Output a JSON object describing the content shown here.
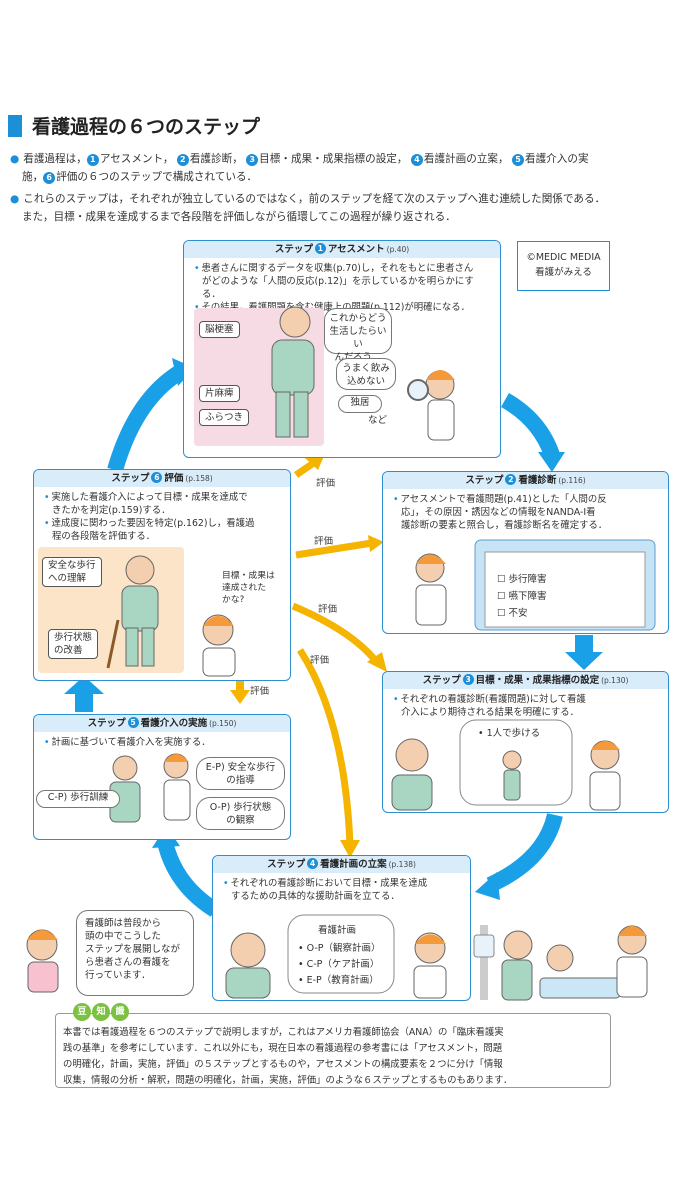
{
  "title": "看護過程の６つのステップ",
  "intro": {
    "line1a": "看護過程は，",
    "s1": "アセスメント，",
    "s2": "看護診断，",
    "s3": "目標・成果・成果指標の設定，",
    "s4": "看護計画の立案，",
    "s5": "看護介入の実",
    "line2a": "施，",
    "s6": "評価の６つのステップで構成されている．",
    "line3": "これらのステップは，それぞれが独立しているのではなく，前のステップを経て次のステップへ進む連続した関係である．",
    "line4": "また，目標・成果を達成するまで各段階を評価しながら循環してこの過程が繰り返される．"
  },
  "copyright": {
    "line1": "©MEDIC MEDIA",
    "line2": "看護がみえる"
  },
  "numbers": [
    "1",
    "2",
    "3",
    "4",
    "5",
    "6"
  ],
  "steps": {
    "s1": {
      "head": "ステップ",
      "name": "アセスメント",
      "ref": "(p.40)",
      "t1": "患者さんに関するデータを収集(p.70)し，それをもとに患者さん",
      "t2": "がどのような「人間の反応(p.12)」を示しているかを明らかにする．",
      "t3": "その結果，看護問題を含む健康上の問題(p.112)が明確になる．",
      "labels": [
        "脳梗塞",
        "片麻痺",
        "ふらつき"
      ],
      "bubble1": [
        "これからどう",
        "生活したらいい",
        "んだろう…"
      ],
      "bubble2": [
        "うまく飲み",
        "込めない"
      ],
      "bubble3": "独居",
      "etc": "など"
    },
    "s2": {
      "head": "ステップ",
      "name": "看護診断",
      "ref": "(p.116)",
      "t1": "アセスメントで看護問題(p.41)とした「人間の反",
      "t2": "応」，その原因・誘因などの情報をNANDA-I看",
      "t3": "護診断の要素と照合し，看護診断名を確定する．",
      "list": [
        "歩行障害",
        "嚥下障害",
        "不安"
      ]
    },
    "s3": {
      "head": "ステップ",
      "name": "目標・成果・成果指標の設定",
      "ref": "(p.130)",
      "t1": "それぞれの看護診断(看護問題)に対して看護",
      "t2": "介入により期待される結果を明確にする．",
      "bubble": "• 1人で歩ける"
    },
    "s4": {
      "head": "ステップ",
      "name": "看護計画の立案",
      "ref": "(p.138)",
      "t1": "それぞれの看護診断において目標・成果を達成",
      "t2": "するための具体的な援助計画を立てる．",
      "plan_title": "看護計画",
      "plans": [
        "• O-P（観察計画）",
        "• C-P（ケア計画）",
        "• E-P（教育計画）"
      ]
    },
    "s5": {
      "head": "ステップ",
      "name": "看護介入の実施",
      "ref": "(p.150)",
      "t1": "計画に基づいて看護介入を実施する．",
      "ep": [
        "E-P) 安全な歩行",
        "の指導"
      ],
      "cp": "C-P) 歩行訓練",
      "op": [
        "O-P) 歩行状態",
        "の観察"
      ]
    },
    "s6": {
      "head": "ステップ",
      "name": "評価",
      "ref": "(p.158)",
      "t1": "実施した看護介入によって目標・成果を達成で",
      "t2": "きたかを判定(p.159)する．",
      "t3": "達成度に関わった要因を特定(p.162)し，看護過",
      "t4": "程の各段階を評価する．",
      "label1": [
        "安全な歩行",
        "への理解"
      ],
      "label2": [
        "歩行状態",
        "の改善"
      ],
      "thought": [
        "目標・成果は",
        "達成された",
        "かな?"
      ]
    }
  },
  "eval_label": "評価",
  "nurse_note": [
    "看護師は普段から",
    "頭の中でこうした",
    "ステップを展開しなが",
    "ら患者さんの看護を",
    "行っています．"
  ],
  "mame": {
    "badges": [
      "豆",
      "知",
      "識"
    ],
    "lines": [
      "本書では看護過程を６つのステップで説明しますが，これはアメリカ看護師協会（ANA）の「臨床看護実",
      "践の基準」を参考にしています．これ以外にも，現在日本の看護過程の参考書には「アセスメント，問題",
      "の明確化，計画，実施，評価」の５ステップとするものや，アセスメントの構成要素を２つに分け「情報",
      "収集，情報の分析・解釈，問題の明確化，計画，実施，評価」のような６ステップとするものもあります．"
    ]
  },
  "colors": {
    "blue": "#1d8fd6",
    "orange": "#f5b400",
    "head": "#d9ecfa",
    "pink": "#f7dbe4",
    "peach": "#fbe4c8"
  }
}
